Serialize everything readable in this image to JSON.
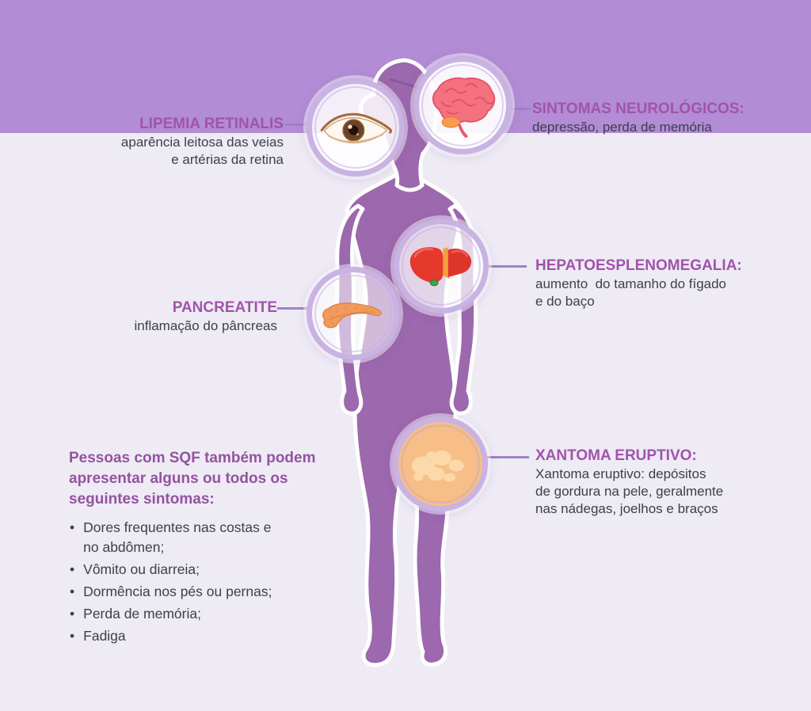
{
  "colors": {
    "background": "#eeebf5",
    "bottom_band": "#b28cd4",
    "silhouette": "#9c68ae",
    "circle_ring": "#c8b3e3",
    "connector": "#9e82c4",
    "callout_title": "#a153ab",
    "body_text": "#3b4149",
    "intro_text": "#94539f",
    "xantoma_skin": "#f7bf87"
  },
  "icons": {
    "eye": "eye-icon",
    "brain": "brain-icon",
    "liver": "liver-icon",
    "pancreas": "pancreas-icon",
    "xantoma": "xanthoma-skin-icon",
    "body": "female-body-silhouette"
  },
  "callouts": {
    "lipemia": {
      "title": "LIPEMIA RETINALIS",
      "lines": [
        "aparência leitosa das veias",
        "e artérias da retina"
      ]
    },
    "neuro": {
      "title": "SINTOMAS NEUROLÓGICOS:",
      "lines": [
        "depressão, perda de memória"
      ]
    },
    "hepato": {
      "title": "HEPATOESPLENOMEGALIA:",
      "lines": [
        "aumento  do tamanho do fígado",
        "e do baço"
      ]
    },
    "pancreatite": {
      "title": "PANCREATITE",
      "lines": [
        "inflamação do pâncreas"
      ]
    },
    "xantoma": {
      "title": "XANTOMA ERUPTIVO:",
      "lines": [
        "Xantoma eruptivo: depósitos",
        "de gordura na pele, geralmente",
        "nas nádegas, joelhos e braços"
      ]
    }
  },
  "intro": {
    "lines": [
      "Pessoas com SQF também podem",
      "apresentar alguns ou todos os",
      "seguintes sintomas:"
    ]
  },
  "bullet_char": "•",
  "symptoms": [
    "Dores frequentes nas costas e\nno abdômen;",
    "Vômito ou diarreia;",
    "Dormência nos pés ou pernas;",
    "Perda de memória;",
    "Fadiga"
  ]
}
